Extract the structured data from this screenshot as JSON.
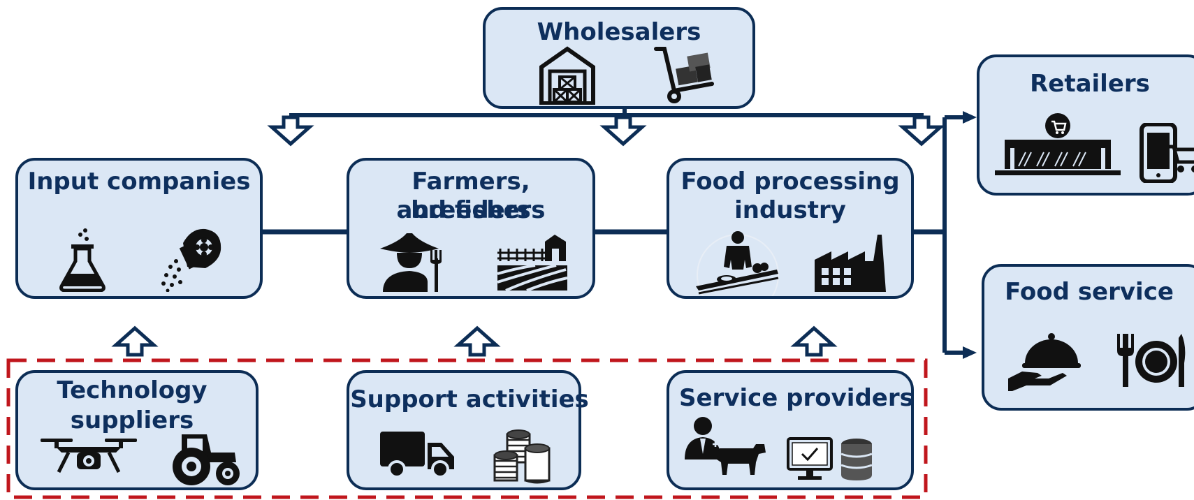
{
  "colors": {
    "box_fill": "#dbe7f5",
    "box_border": "#0c2d55",
    "title_text": "#0e2f5d",
    "connector": "#0c2d55",
    "dashed_border": "#c0161c",
    "icon_fill": "#111111"
  },
  "nodes": {
    "wholesalers": {
      "title": "Wholesalers",
      "icons": [
        "warehouse-icon",
        "hand-truck-icon"
      ]
    },
    "retailers": {
      "title": "Retailers",
      "icons": [
        "storefront-cart-icon",
        "mobile-shopping-icon"
      ]
    },
    "food_service": {
      "title": "Food service",
      "icons": [
        "serving-cloche-icon",
        "fork-plate-knife-icon"
      ]
    },
    "input_companies": {
      "title": "Input companies",
      "icons": [
        "flask-icon",
        "seed-bag-icon"
      ]
    },
    "farmers": {
      "title_line1": "Farmers, breeders",
      "title_line2": "and fishers",
      "icons": [
        "farmer-icon",
        "farm-field-icon"
      ]
    },
    "food_processing": {
      "title_line1": "Food processing",
      "title_line2": "industry",
      "icons": [
        "meat-processing-worker-icon",
        "factory-icon"
      ]
    },
    "technology_suppliers": {
      "title_line1": "Technology",
      "title_line2": "suppliers",
      "icons": [
        "drone-icon",
        "tractor-icon"
      ]
    },
    "support_activities": {
      "title": "Support activities",
      "icons": [
        "truck-icon",
        "coins-icon"
      ]
    },
    "service_providers": {
      "title": "Service providers",
      "icons": [
        "veterinarian-cow-icon",
        "monitor-database-icon"
      ]
    }
  }
}
